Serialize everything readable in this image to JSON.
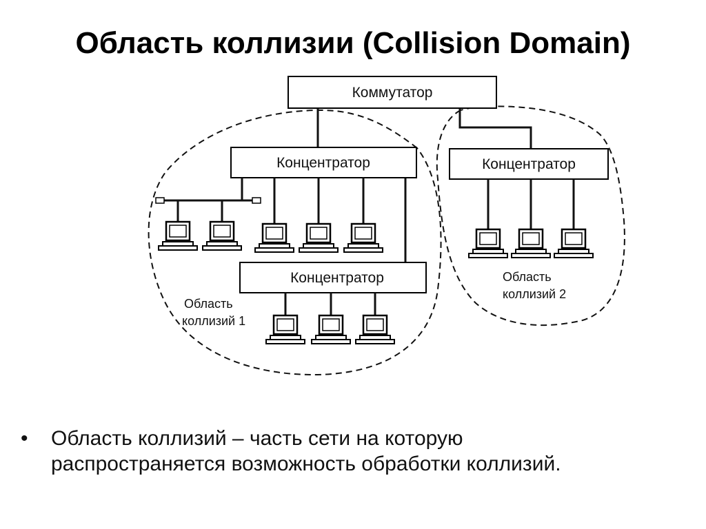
{
  "title": "Область коллизии (Collision Domain)",
  "diagram": {
    "switch_label": "Коммутатор",
    "hub_left_label": "Концентратор",
    "hub_right_label": "Концентратор",
    "hub_lower_label": "Концентратор",
    "domain1_label_line1": "Область",
    "domain1_label_line2": "коллизий 1",
    "domain2_label_line1": "Область",
    "domain2_label_line2": "коллизий 2"
  },
  "bullet": {
    "marker": "•",
    "text": "Область коллизий – часть сети  на которую распространяется возможность обработки коллизий."
  }
}
